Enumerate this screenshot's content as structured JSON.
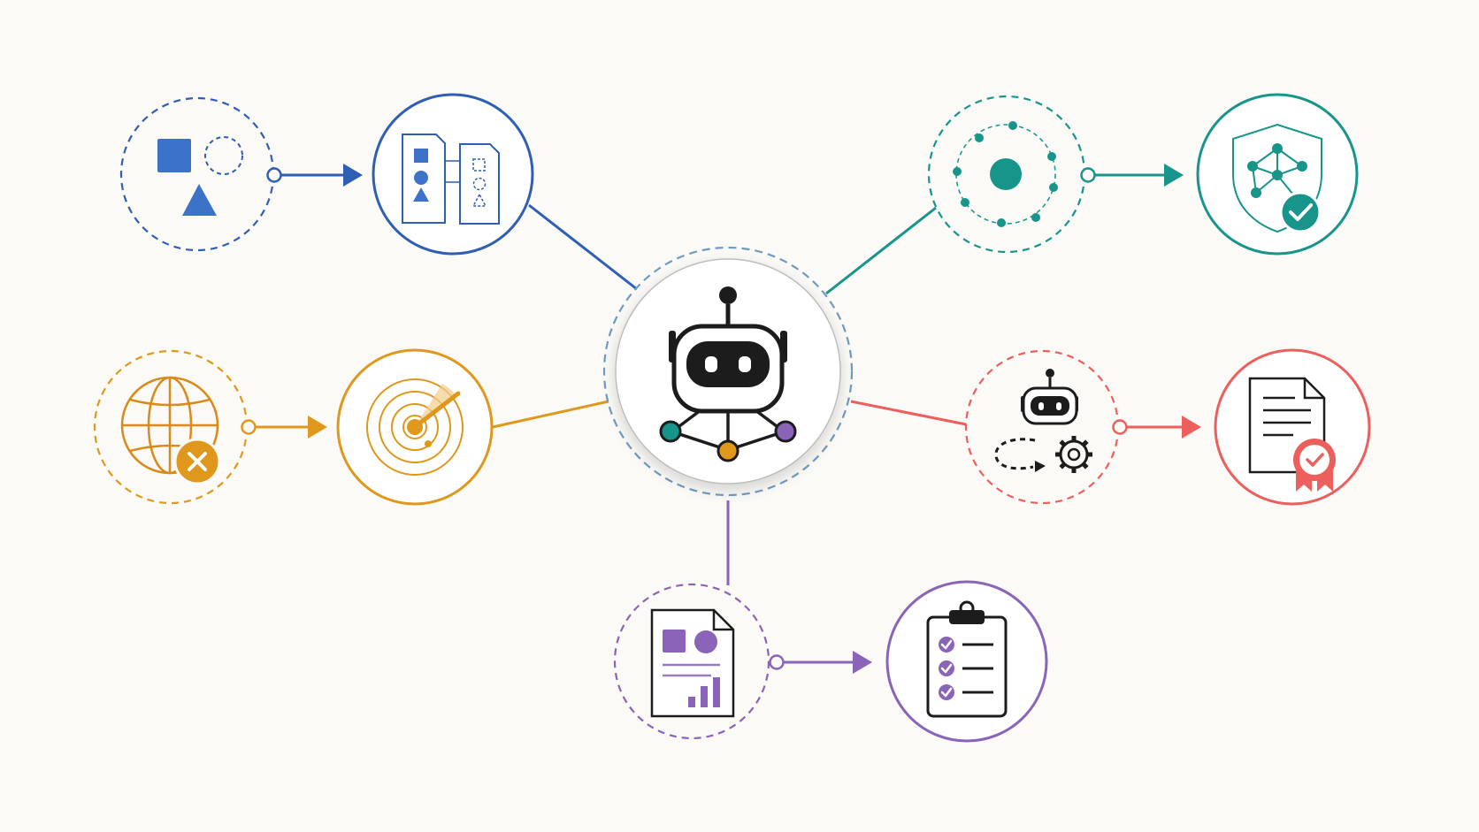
{
  "colors": {
    "background": "#fbfaf6",
    "blue": "#2e5fb4",
    "teal": "#17958a",
    "orange": "#e0981c",
    "red": "#ec5f5c",
    "purple": "#8a64b8",
    "hub_dash": "#6e9bc2",
    "ink": "#1c1c1c"
  },
  "hub": {
    "icon": "robot-network-icon"
  },
  "branches": [
    {
      "id": "top-left",
      "color": "blue",
      "source_icon": "shapes-icon",
      "target_icon": "shape-documents-icon"
    },
    {
      "id": "top-right",
      "color": "teal",
      "source_icon": "orbit-nodes-icon",
      "target_icon": "network-shield-check-icon"
    },
    {
      "id": "middle-left",
      "color": "orange",
      "source_icon": "globe-x-icon",
      "target_icon": "radar-icon"
    },
    {
      "id": "middle-right",
      "color": "red",
      "source_icon": "robot-gear-icon",
      "target_icon": "certified-document-icon"
    },
    {
      "id": "bottom",
      "color": "purple",
      "source_icon": "report-document-icon",
      "target_icon": "checklist-clipboard-icon"
    }
  ]
}
